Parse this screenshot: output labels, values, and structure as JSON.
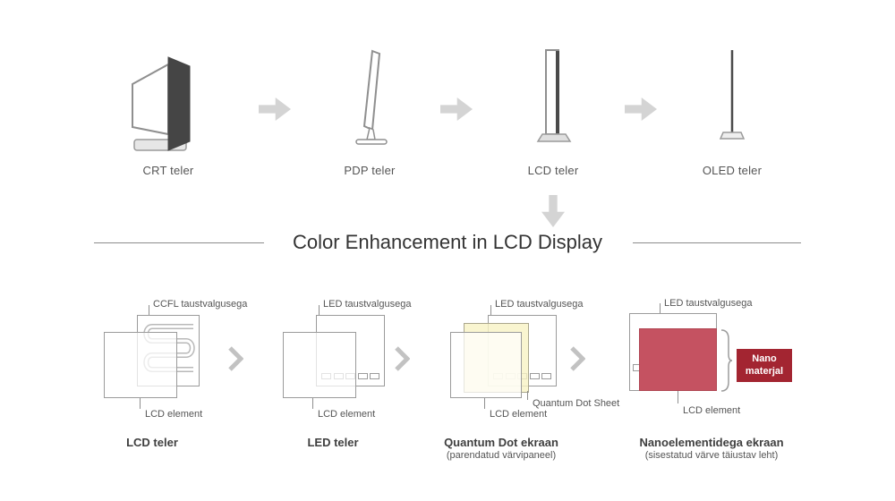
{
  "header": {
    "tvs": [
      {
        "label": "CRT teler"
      },
      {
        "label": "PDP teler"
      },
      {
        "label": "LCD teler"
      },
      {
        "label": "OLED teler"
      }
    ]
  },
  "section": {
    "title": "Color Enhancement in LCD Display"
  },
  "diagrams": [
    {
      "top_label": "CCFL taustvalgusega",
      "bottom_label": "LCD element",
      "title": "LCD teler"
    },
    {
      "top_label": "LED taustvalgusega",
      "bottom_label": "LCD element",
      "title": "LED teler"
    },
    {
      "top_label": "LED taustvalgusega",
      "bottom_label": "LCD element",
      "sheet_label": "Quantum Dot Sheet",
      "title": "Quantum Dot ekraan",
      "subtitle": "(parendatud värvipaneel)"
    },
    {
      "top_label": "LED taustvalgusega",
      "bottom_label": "LCD element",
      "badge_label": "Nano materjal",
      "title": "Nanoelementidega ekraan",
      "subtitle": "(sisestatud värve täiustav leht)"
    }
  ],
  "colors": {
    "arrow_gray": "#d4d4d4",
    "outline_gray": "#9b9b9b",
    "tv_dark_fill": "#454545",
    "quantum_sheet_yellow": "#f7f2c4",
    "nano_sheet_red": "#c55261",
    "badge_red": "#a32531",
    "label_text": "#555555",
    "title_text": "#333333"
  }
}
